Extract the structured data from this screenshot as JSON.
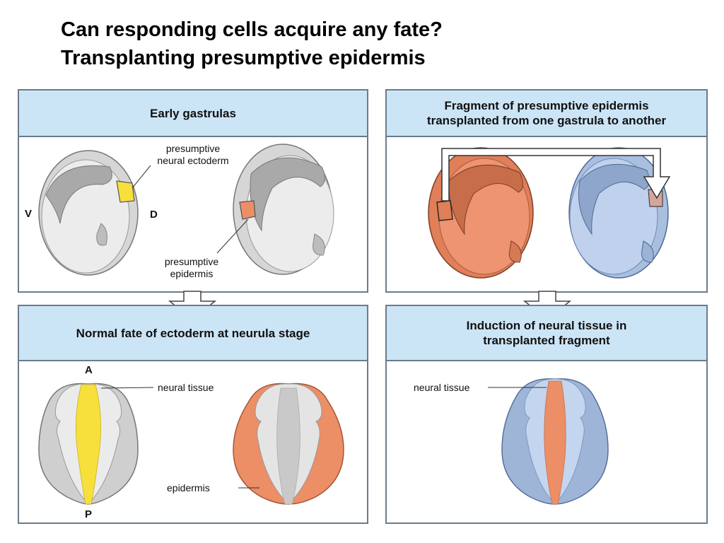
{
  "title": {
    "line1": "Can responding cells acquire any fate?",
    "line2": "Transplanting presumptive epidermis"
  },
  "panels": {
    "top_left": {
      "header": "Early gastrulas",
      "labels": {
        "v": "V",
        "d": "D",
        "neural_line1": "presumptive",
        "neural_line2": "neural ectoderm",
        "epidermis_line1": "presumptive",
        "epidermis_line2": "epidermis"
      }
    },
    "top_right": {
      "header_line1": "Fragment of presumptive epidermis",
      "header_line2": "transplanted from one gastrula to another"
    },
    "bottom_left": {
      "header": "Normal fate of ectoderm at neurula stage",
      "labels": {
        "a": "A",
        "p": "P",
        "neural_tissue": "neural tissue",
        "epidermis": "epidermis"
      }
    },
    "bottom_right": {
      "header_line1": "Induction of neural tissue in",
      "header_line2": "transplanted fragment",
      "labels": {
        "neural_tissue": "neural tissue"
      }
    }
  },
  "colors": {
    "header_bg": "#cce5f6",
    "border": "#6b7b8c",
    "neural_yellow": "#f7e03c",
    "epidermis_orange": "#ec8e66",
    "host_blue": "#b9cde8",
    "embryo_gray": "#d9d9d9"
  }
}
